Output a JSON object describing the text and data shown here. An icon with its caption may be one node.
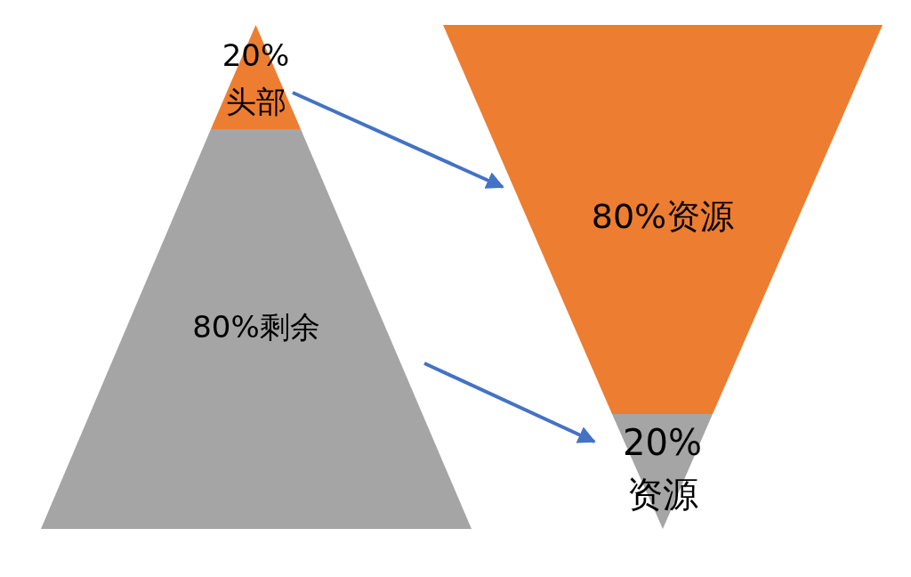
{
  "diagram": {
    "nodes": [
      {
        "text": [
          "20%头部"
        ]
      },
      {
        "text": [
          "80%剩余"
        ]
      },
      {
        "text": [
          "80%资源"
        ]
      },
      {
        "text": [
          "20%资源"
        ]
      }
    ],
    "edges": [
      {
        "from": 0,
        "to": 2,
        "arrow": "to"
      },
      {
        "from": 1,
        "to": 3,
        "arrow": "to"
      }
    ]
  }
}
